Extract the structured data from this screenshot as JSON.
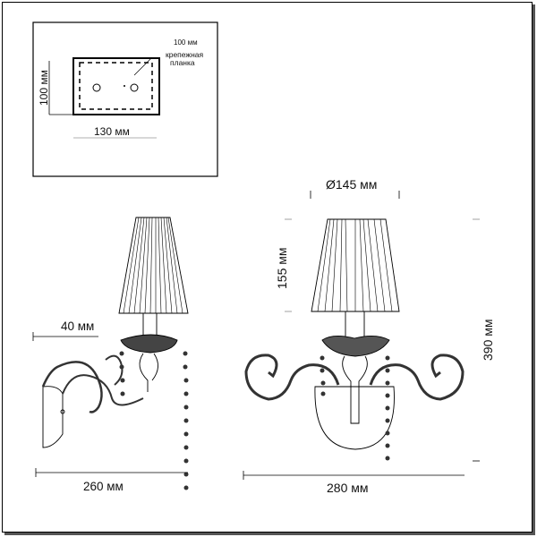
{
  "mount_plate": {
    "depth_label": "100 мм",
    "plate_label_line1": "крепежная",
    "plate_label_line2": "планка",
    "height_label": "100 мм",
    "width_label": "130 мм"
  },
  "side_view": {
    "projection_label": "40 мм",
    "depth_label": "260 мм"
  },
  "front_view": {
    "shade_diameter_label": "Ø145 мм",
    "shade_height_label": "155 мм",
    "total_height_label": "390 мм",
    "width_label": "280 мм"
  }
}
